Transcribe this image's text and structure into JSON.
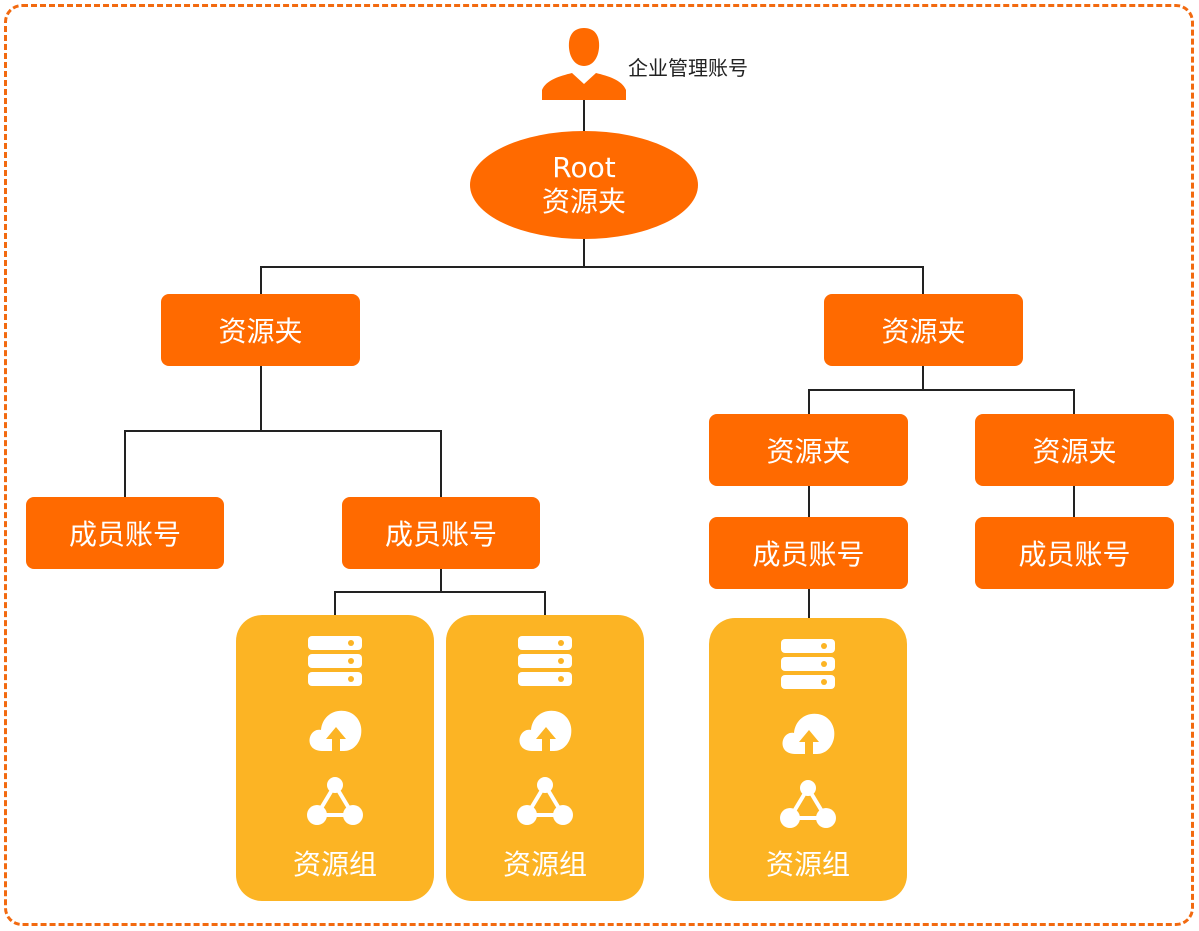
{
  "admin": {
    "label": "企业管理账号",
    "icon": "person-icon"
  },
  "root": {
    "line1": "Root",
    "line2": "资源夹"
  },
  "folders": {
    "left": "资源夹",
    "right": "资源夹",
    "right_child_a": "资源夹",
    "right_child_b": "资源夹"
  },
  "members": {
    "left_a": "成员账号",
    "left_b": "成员账号",
    "right_a": "成员账号",
    "right_b": "成员账号"
  },
  "resource_groups": [
    {
      "label": "资源组",
      "icons": [
        "server-icon",
        "cloud-upload-icon",
        "network-icon"
      ]
    },
    {
      "label": "资源组",
      "icons": [
        "server-icon",
        "cloud-upload-icon",
        "network-icon"
      ]
    },
    {
      "label": "资源组",
      "icons": [
        "server-icon",
        "cloud-upload-icon",
        "network-icon"
      ]
    }
  ],
  "colors": {
    "primary": "#ff6a00",
    "resource_group": "#fcb424",
    "line": "#222222",
    "frame": "#f26a10"
  }
}
